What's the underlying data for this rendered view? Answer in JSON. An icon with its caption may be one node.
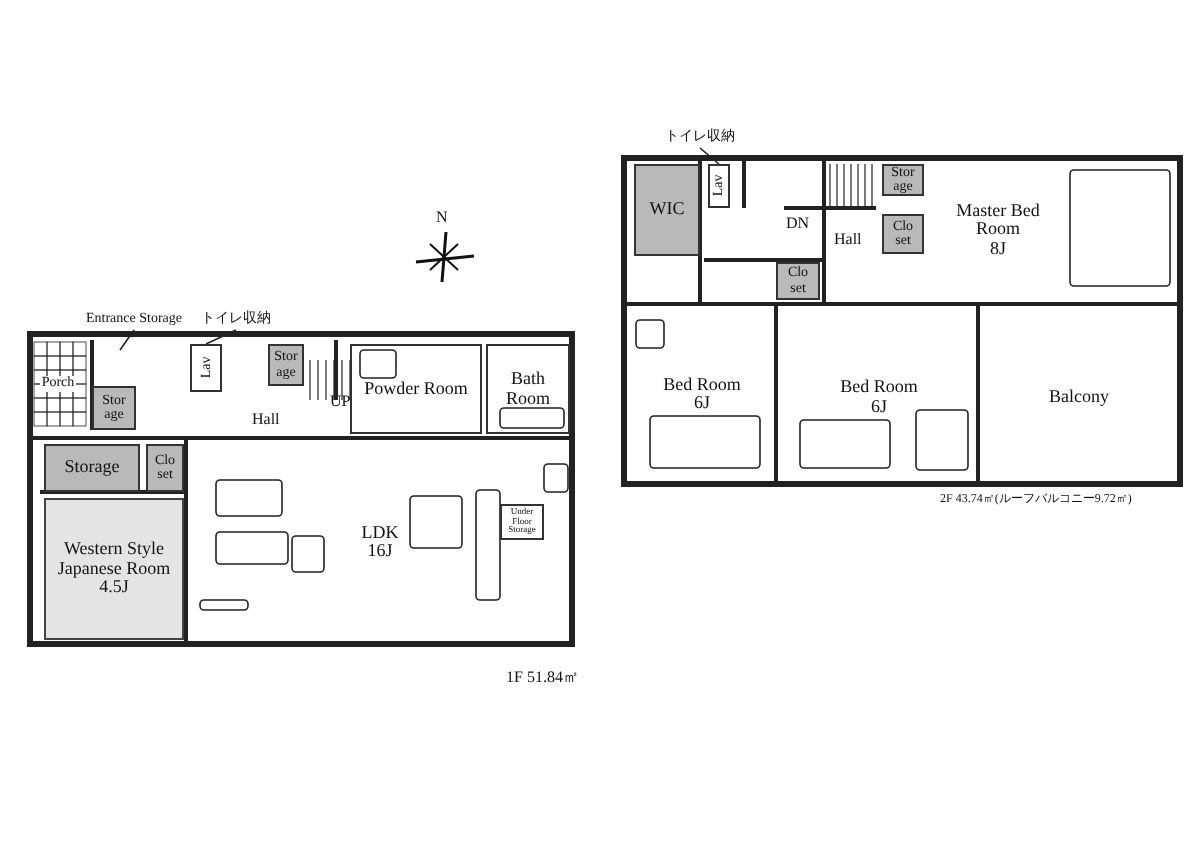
{
  "diagram": {
    "nodes": [
      {
        "text": [
          "Porch"
        ]
      },
      {
        "text": [
          "Storage"
        ]
      },
      {
        "text": [
          "Lav"
        ]
      },
      {
        "text": [
          "Storage"
        ]
      },
      {
        "text": [
          "Powder Room"
        ]
      },
      {
        "text": [
          "Bath Room"
        ]
      },
      {
        "text": [
          "Storage"
        ]
      },
      {
        "text": [
          "Closet"
        ]
      },
      {
        "text": [
          "Western Style Japanese Room",
          "4.5J"
        ]
      },
      {
        "text": [
          "LDK",
          "16J"
        ]
      },
      {
        "text": [
          "Under Floor Storage"
        ],
        "in": 9
      },
      {
        "text": [
          "Entrance Storage"
        ]
      },
      {
        "text": [
          "トイレ収納"
        ]
      },
      {
        "text": [
          "WIC"
        ]
      },
      {
        "text": [
          "Lav"
        ]
      },
      {
        "text": [
          "Storage"
        ]
      },
      {
        "text": [
          "Closet"
        ]
      },
      {
        "text": [
          "Master Bed Room",
          "8J"
        ]
      },
      {
        "text": [
          "Closet"
        ]
      },
      {
        "text": [
          "Bed Room",
          "6J"
        ]
      },
      {
        "text": [
          "Bed Room",
          "6J"
        ]
      },
      {
        "text": [
          "Balcony"
        ]
      },
      {
        "text": [
          "トイレ収納"
        ]
      }
    ],
    "edges": [
      {
        "from": 11,
        "to": null,
        "arrow": "none"
      },
      {
        "from": 12,
        "to": 2,
        "arrow": "none"
      },
      {
        "from": 22,
        "to": 14,
        "arrow": "none"
      }
    ],
    "labels": [
      "N",
      "UP",
      "Hall",
      "DN",
      "Hall",
      "1F 51.84㎡",
      "2F 43.74㎡(ルーフバルコニー9.72㎡)"
    ]
  }
}
